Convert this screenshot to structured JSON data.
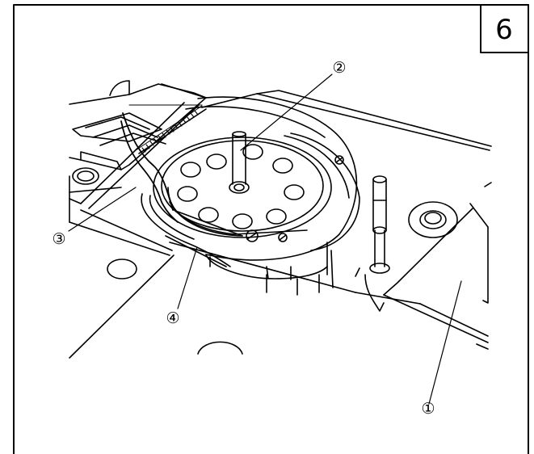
{
  "figure": {
    "step_number": "6",
    "callouts": [
      {
        "id": "1",
        "label": "①"
      },
      {
        "id": "2",
        "label": "②"
      },
      {
        "id": "3",
        "label": "③"
      },
      {
        "id": "4",
        "label": "④"
      }
    ]
  }
}
